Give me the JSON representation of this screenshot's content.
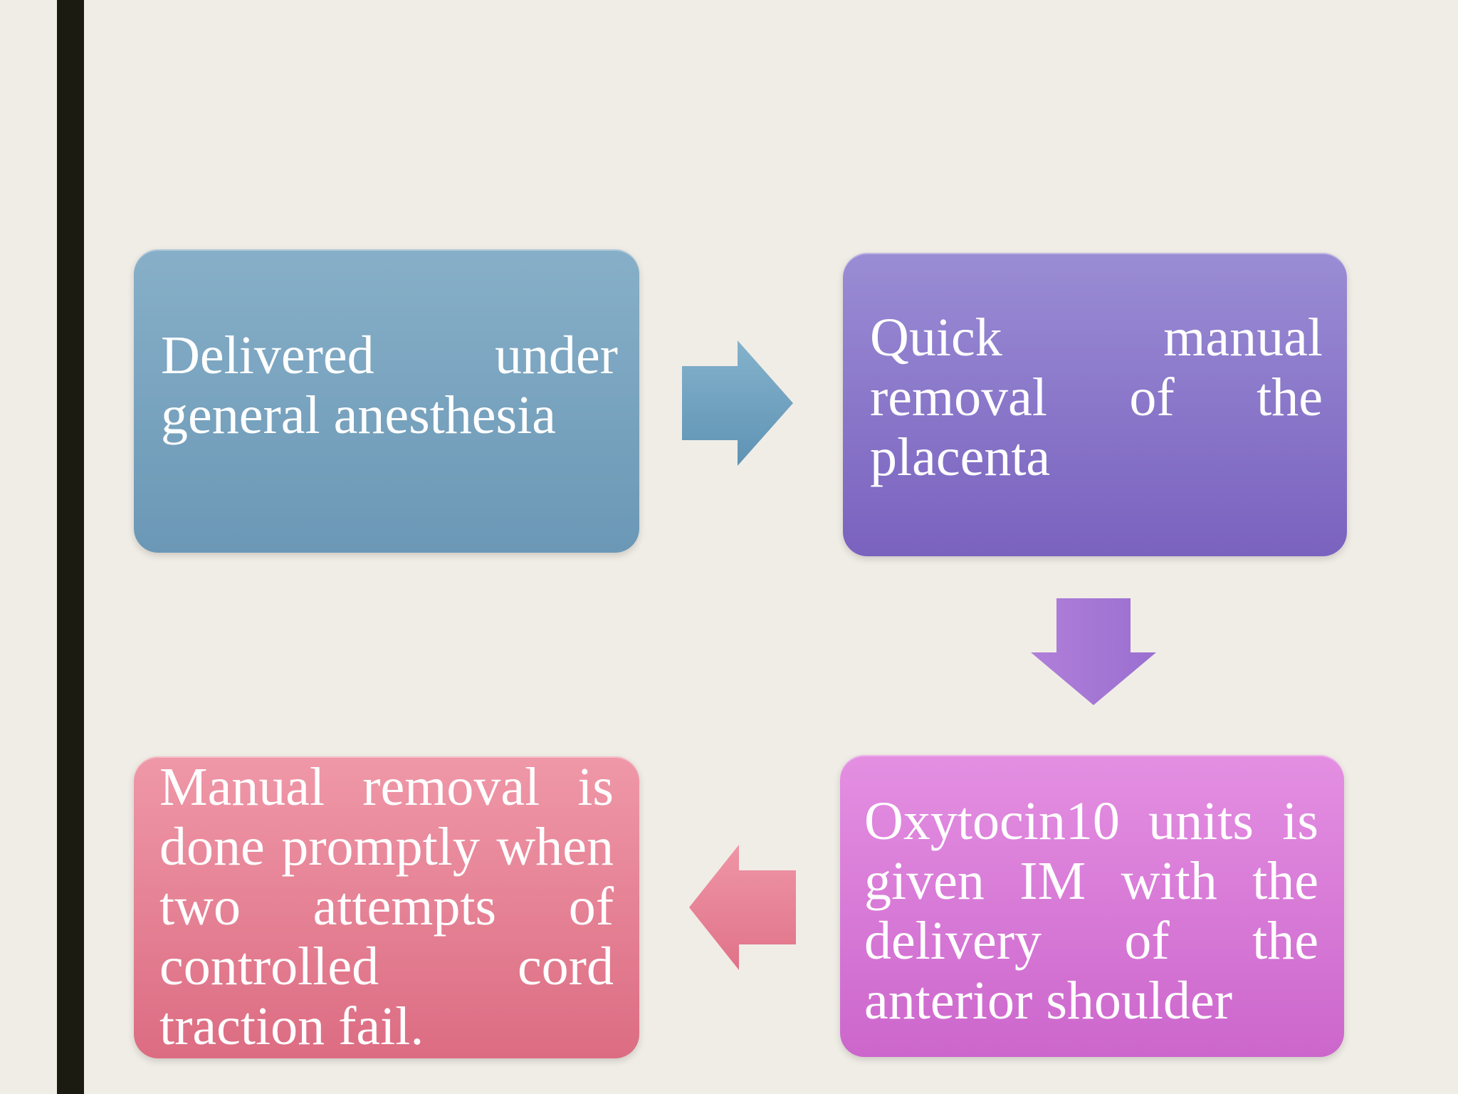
{
  "diagram": {
    "nodes": [
      {
        "id": "box1",
        "text": "Delivered under general anesthesia",
        "color": "#7aa6c2"
      },
      {
        "id": "box2",
        "text": "Quick manual removal of the placenta",
        "color": "#8b77cc"
      },
      {
        "id": "box3",
        "text": "Oxytocin10 units is given IM with the delivery of the anterior shoulder",
        "color": "#d97ad8"
      },
      {
        "id": "box4",
        "text": "Manual removal is done promptly when two attempts of controlled cord traction fail.",
        "color": "#e6818f"
      }
    ],
    "edges": [
      {
        "from": "box1",
        "to": "box2",
        "direction": "right",
        "color": "#6fa0bf"
      },
      {
        "from": "box2",
        "to": "box3",
        "direction": "down",
        "color": "#a87bd6"
      },
      {
        "from": "box3",
        "to": "box4",
        "direction": "left",
        "color": "#e98497"
      }
    ]
  },
  "colors": {
    "background": "#f0ede6",
    "left_bar": "#1b1b12",
    "text": "#ffffff"
  }
}
